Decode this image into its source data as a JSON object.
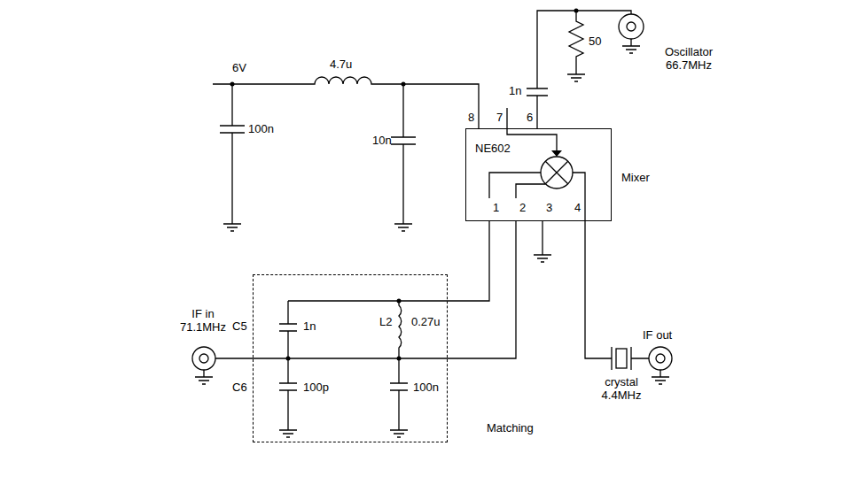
{
  "diagram": {
    "nodes": [
      {
        "text": [
          "NE602",
          "Mixer"
        ]
      },
      {
        "text": [
          "Matching"
        ]
      }
    ],
    "edges": [
      {
        "from": 1,
        "to": 0,
        "arrow": "none"
      },
      {
        "from": 1,
        "to": 0,
        "arrow": "none"
      }
    ],
    "labels": [
      "6V",
      "4.7u",
      "100n",
      "10n",
      "1n",
      "50",
      "Oscillator 66.7MHz",
      "8",
      "7",
      "6",
      "1",
      "2",
      "3",
      "4",
      "IF in 71.1MHz",
      "C5",
      "1n",
      "L2",
      "0.27u",
      "100p",
      "C6",
      "100n",
      "crystal 4.4MHz",
      "IF out"
    ]
  }
}
